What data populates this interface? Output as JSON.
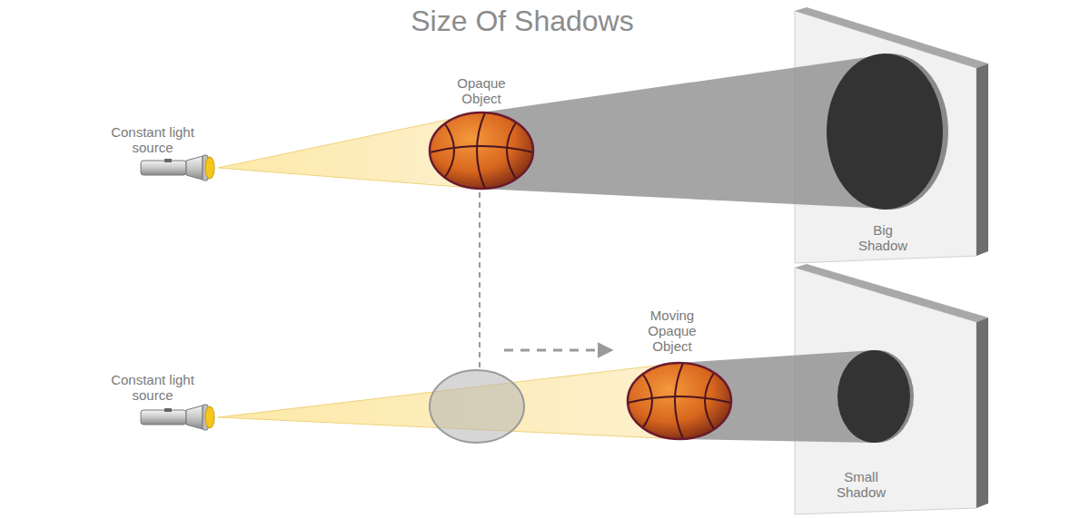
{
  "diagram": {
    "title": "Size Of Shadows",
    "labels": [
      "Constant light source",
      "Opaque Object",
      "Big Shadow",
      "Constant light source",
      "Moving Opaque Object",
      "Small Shadow"
    ]
  }
}
